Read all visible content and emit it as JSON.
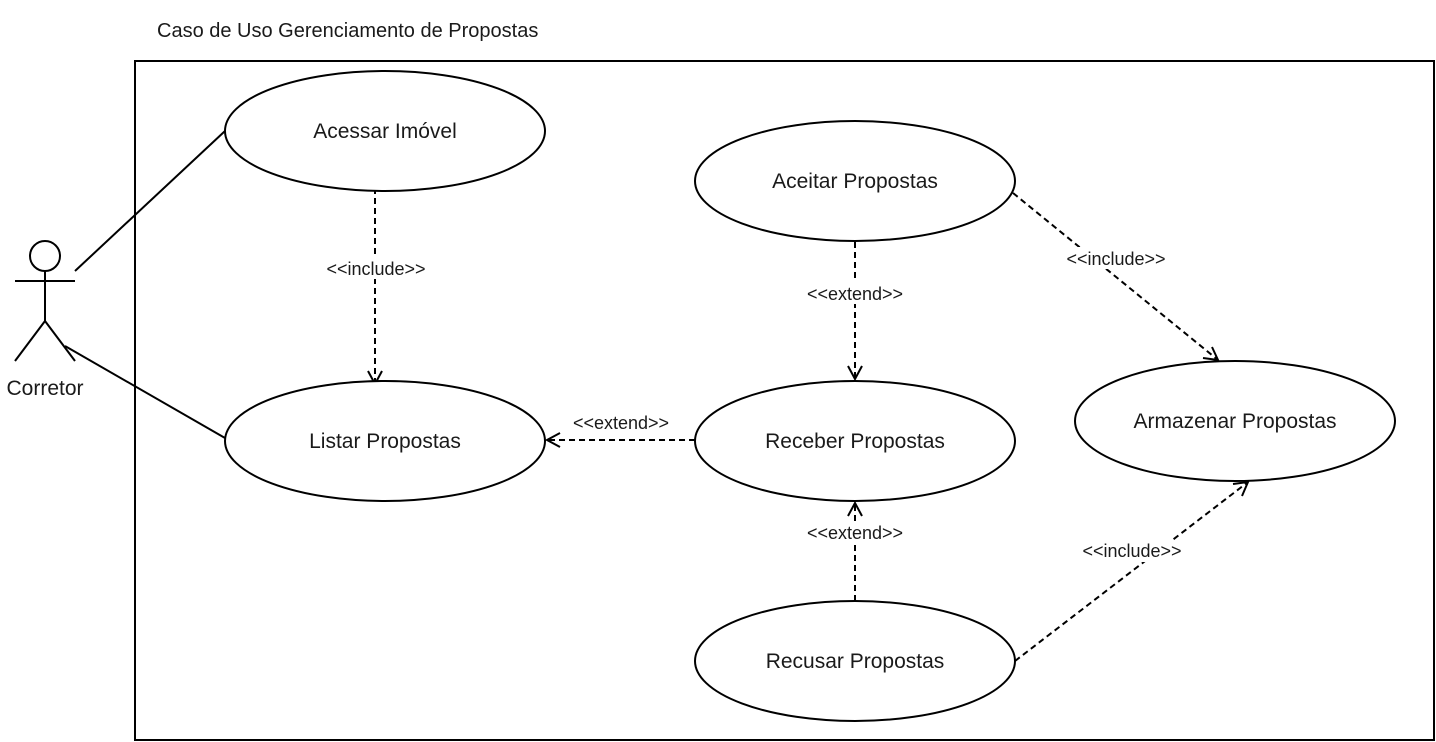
{
  "title": "Caso de Uso Gerenciamento de Propostas",
  "actor": {
    "name": "Corretor"
  },
  "use_cases": {
    "acessar_imovel": "Acessar Imóvel",
    "listar_propostas": "Listar Propostas",
    "aceitar_propostas": "Aceitar Propostas",
    "receber_propostas": "Receber Propostas",
    "recusar_propostas": "Recusar Propostas",
    "armazenar_propostas": "Armazenar Propostas"
  },
  "relations": {
    "acessar_to_listar": "<<include>>",
    "aceitar_to_receber": "<<extend>>",
    "receber_to_listar": "<<extend>>",
    "recusar_to_receber": "<<extend>>",
    "aceitar_to_armazenar": "<<include>>",
    "recusar_to_armazenar": "<<include>>"
  }
}
